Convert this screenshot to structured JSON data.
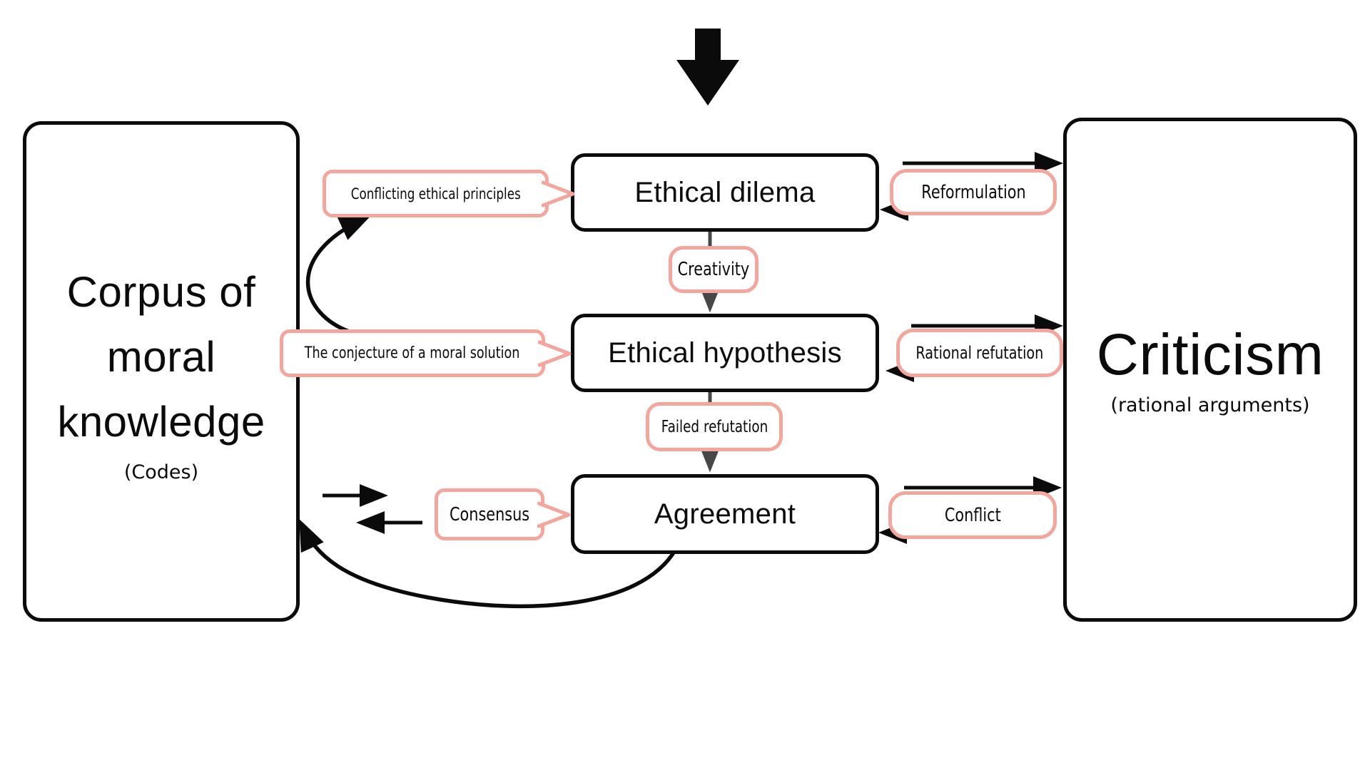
{
  "left_box": {
    "title": "Corpus of moral knowledge",
    "subtitle": "(Codes)"
  },
  "right_box": {
    "title": "Criticism",
    "subtitle": "(rational arguments)"
  },
  "process": {
    "dilemma": "Ethical dilema",
    "hypothesis": "Ethical hypothesis",
    "agreement": "Agreement"
  },
  "callouts": {
    "conflicting": "Conflicting ethical principles",
    "conjecture": "The conjecture of a moral solution",
    "consensus": "Consensus"
  },
  "transitions": {
    "creativity": "Creativity",
    "failed_refutation": "Failed refutation",
    "reformulation": "Reformulation",
    "rational_refutation": "Rational refutation",
    "conflict": "Conflict"
  },
  "colors": {
    "accent_pink": "#F5A69C",
    "connector_gray": "#474747",
    "ink": "#0b0b0b",
    "background": "#ffffff"
  }
}
